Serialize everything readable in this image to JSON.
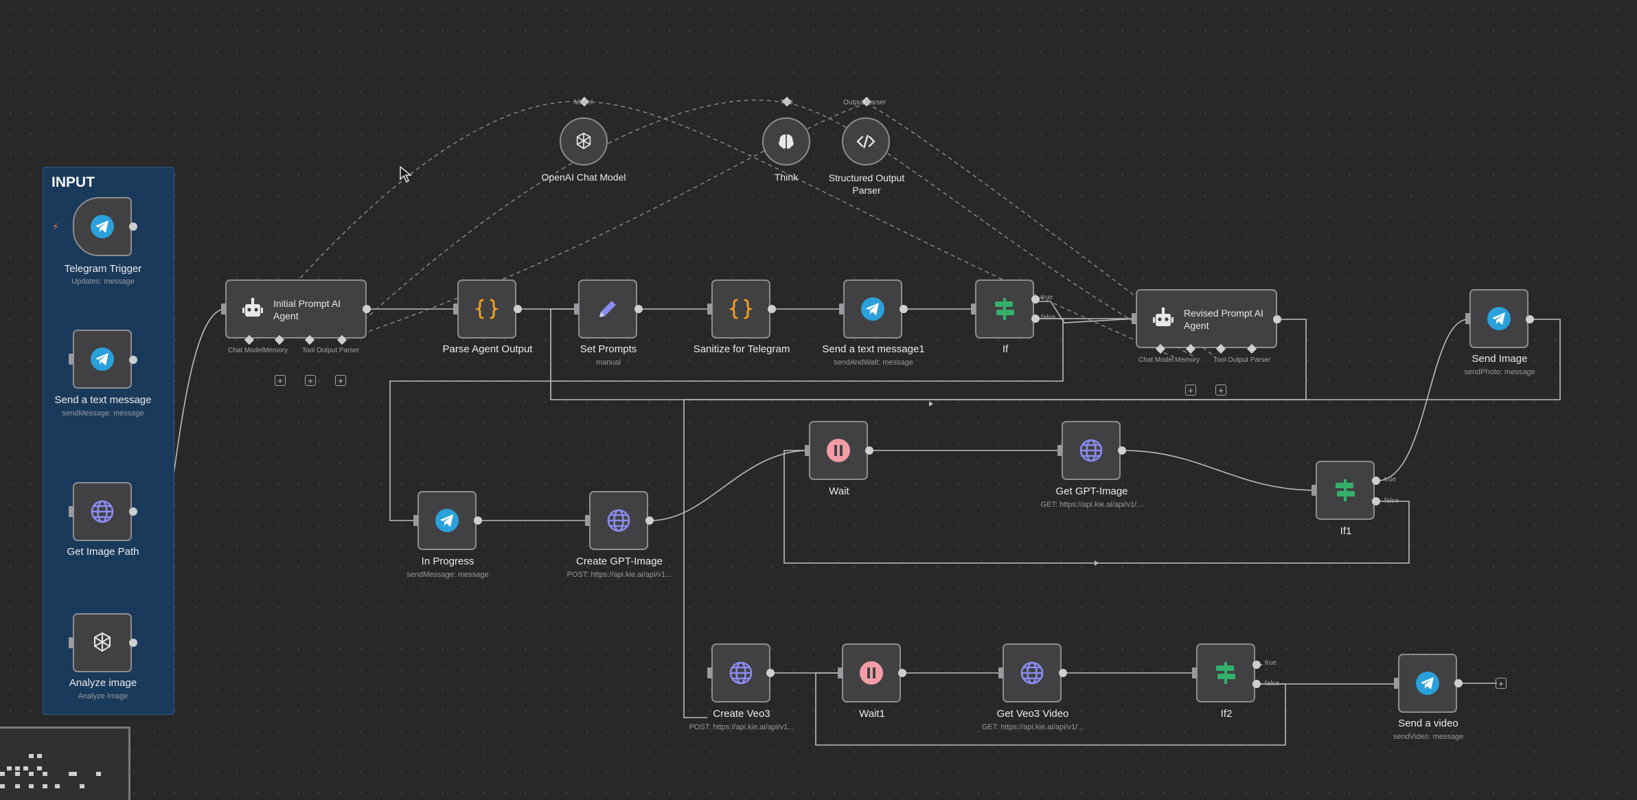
{
  "sticky_note": {
    "title": "INPUT"
  },
  "nodes": {
    "telegram_trigger": {
      "label": "Telegram Trigger",
      "sub": "Updates: message",
      "icon": "telegram-icon"
    },
    "send_text_message": {
      "label": "Send a text message",
      "sub": "sendMessage: message",
      "icon": "telegram-icon"
    },
    "get_image_path": {
      "label": "Get Image Path",
      "icon": "globe-icon"
    },
    "analyze_image": {
      "label": "Analyze image",
      "sub": "Analyze Image",
      "icon": "openai-icon"
    },
    "initial_prompt_agent": {
      "label": "Initial Prompt AI Agent",
      "ports": [
        "Chat Model",
        "Memory",
        "Tool",
        "Output Parser"
      ],
      "icon": "robot-icon"
    },
    "parse_agent_output": {
      "label": "Parse Agent Output",
      "icon": "code-braces-icon"
    },
    "set_prompts": {
      "label": "Set Prompts",
      "sub": "manual",
      "icon": "pencil-icon"
    },
    "sanitize_for_telegram": {
      "label": "Sanitize for Telegram",
      "icon": "code-braces-icon"
    },
    "send_text_message1": {
      "label": "Send a text message1",
      "sub": "sendAndWait: message",
      "icon": "telegram-icon"
    },
    "if": {
      "label": "If",
      "true_label": "true",
      "false_label": "false",
      "icon": "signpost-icon"
    },
    "revised_prompt_agent": {
      "label": "Revised Prompt AI Agent",
      "ports": [
        "Chat Model",
        "Memory",
        "Tool",
        "Output Parser"
      ],
      "icon": "robot-icon"
    },
    "send_image": {
      "label": "Send Image",
      "sub": "sendPhoto: message",
      "icon": "telegram-icon"
    },
    "openai_chat_model": {
      "label": "OpenAI Chat Model",
      "port_label": "Model",
      "icon": "openai-icon"
    },
    "think": {
      "label": "Think",
      "port_label": "Tool",
      "icon": "brain-icon"
    },
    "structured_output_parser": {
      "label": "Structured Output Parser",
      "port_label": "Output Parser",
      "icon": "code-tag-icon"
    },
    "in_progress": {
      "label": "In Progress",
      "sub": "sendMessage: message",
      "icon": "telegram-icon"
    },
    "create_gpt_image": {
      "label": "Create GPT-Image",
      "sub": "POST: https://api.kie.ai/api/v1...",
      "icon": "globe-icon"
    },
    "wait": {
      "label": "Wait",
      "icon": "pause-icon"
    },
    "get_gpt_image": {
      "label": "Get GPT-Image",
      "sub": "GET: https://api.kie.ai/api/v1/...",
      "icon": "globe-icon"
    },
    "if1": {
      "label": "If1",
      "true_label": "true",
      "false_label": "false",
      "icon": "signpost-icon"
    },
    "create_veo3": {
      "label": "Create Veo3",
      "sub": "POST: https://api.kie.ai/api/v1...",
      "icon": "globe-icon"
    },
    "wait1": {
      "label": "Wait1",
      "icon": "pause-icon"
    },
    "get_veo3_video": {
      "label": "Get Veo3 Video",
      "sub": "GET: https://api.kie.ai/api/v1/...",
      "icon": "globe-icon"
    },
    "if2": {
      "label": "If2",
      "true_label": "true",
      "false_label": "false",
      "icon": "signpost-icon"
    },
    "send_a_video": {
      "label": "Send a video",
      "sub": "sendVideo: message",
      "icon": "telegram-icon"
    }
  },
  "colors": {
    "canvas": "#282829",
    "node": "#414143",
    "sticky": "#1a3a5c",
    "telegram": "#2aa1da",
    "globe": "#8b8cf0",
    "pause": "#f29ca6",
    "signpost": "#35b06a",
    "braces": "#f0a020"
  }
}
